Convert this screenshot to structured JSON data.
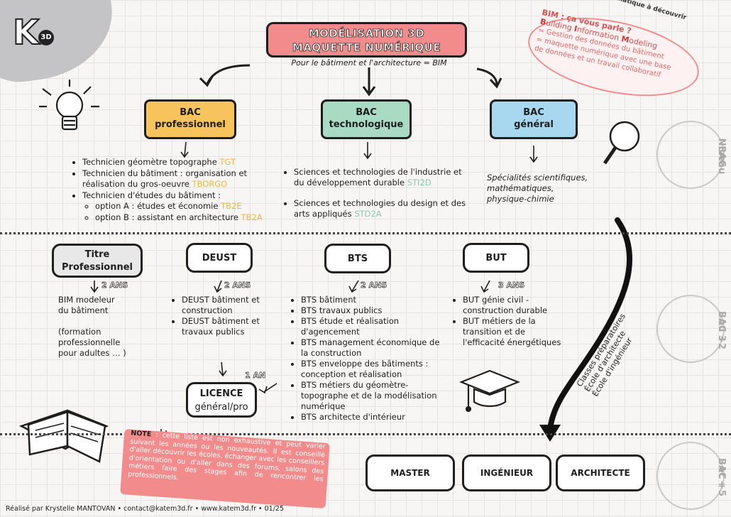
{
  "header": {
    "title_line1": "MODÉLISATION 3D",
    "title_line2": "MAQUETTE NUMÉRIQUE",
    "subtitle": "Pour le bâtiment et l'architecture = BIM",
    "logo_letter": "K",
    "logo_sup": "3D"
  },
  "bim": {
    "tag": "Thématique à découvrir",
    "title": "BIM : ça vous parle ?",
    "expansion_prefix_b": "B",
    "expansion_b_rest": "uilding ",
    "expansion_prefix_i": "I",
    "expansion_i_rest": "nformation ",
    "expansion_prefix_m": "M",
    "expansion_m_rest": "odeling",
    "line1": "= Gestion des données du bâtiment",
    "line2": "= maquette numérique avec une base",
    "line3": "de données et un travail collaboratif"
  },
  "bac": {
    "pro": {
      "line1": "BAC",
      "line2": "professionnel"
    },
    "techno": {
      "line1": "BAC",
      "line2": "technologique"
    },
    "gen": {
      "line1": "BAC",
      "line2": "général"
    }
  },
  "pro_list": {
    "item1": "Technicien géomètre topographe ",
    "item1_code": "TGT",
    "item2": "Technicien du bâtiment : organisation et réalisation du gros-oeuvre ",
    "item2_code": "TBORGO",
    "item3": "Technicien d'études du bâtiment :",
    "sub1": "option A : études et économie ",
    "sub1_code": "TB2E",
    "sub2": "option B : assistant en architecture ",
    "sub2_code": "TB2A"
  },
  "techno_list": {
    "item1": "Sciences et technologies de l'industrie et du développement durable ",
    "item1_code": "STI2D",
    "item2": "Sciences et technologies du design et des arts appliqués ",
    "item2_code": "STD2A"
  },
  "gen_text": {
    "line1": "Spécialités scientifiques,",
    "line2": "mathématiques,",
    "line3": "physique-chimie"
  },
  "levels": {
    "l1a": "Niveau",
    "l1b": "BAC",
    "l2a": "BAC +2",
    "l2b": "ou 3",
    "l3a": "BAC +5",
    "l3b": "et +"
  },
  "post_bac": {
    "titre_pro": {
      "line1": "Titre",
      "line2": "Professionnel",
      "duration": "2 ANS"
    },
    "deust": {
      "label": "DEUST",
      "duration": "2 ANS"
    },
    "bts": {
      "label": "BTS",
      "duration": "2 ANS"
    },
    "but": {
      "label": "BUT",
      "duration": "3 ANS"
    },
    "licence": {
      "line1": "LICENCE",
      "line2": "général/pro",
      "duration": "1 AN"
    }
  },
  "titre_text": {
    "line1": "BIM modeleur",
    "line2": "du bâtiment",
    "line3": "(formation",
    "line4": "professionnelle",
    "line5": "pour adultes … )"
  },
  "deust_list": [
    "DEUST bâtiment et construction",
    "DEUST bâtiment et travaux publics"
  ],
  "bts_list": [
    "BTS bâtiment",
    "BTS travaux publics",
    "BTS étude et réalisation d'agencement",
    "BTS management économique de la construction",
    "BTS enveloppe des bâtiments : conception et réalisation",
    "BTS métiers du géomètre-topographe et de la modélisation numérique",
    "BTS architecte d'intérieur"
  ],
  "but_list": [
    "BUT génie civil - construction durable",
    "BUT métiers de la transition et de l'efficacité énergétiques"
  ],
  "path_labels": {
    "l1": "Classes préparatoires",
    "l2": "École d'architecte",
    "l3": "École d'ingénieur"
  },
  "bac5": {
    "master": "MASTER",
    "ingenieur": "INGÉNIEUR",
    "architecte": "ARCHITECTE"
  },
  "note": {
    "label": "NOTE",
    "text": " : cette liste est non exhaustive et peut varier suivant les années ou les nouveautés. Il est conseillé d'aller découvrir les écoles, échanger avec les conseillers d'orientation ou d'aller dans des forums, salons des métiers faire des stages afin de rencontrer les professionnels."
  },
  "footer": "Réalisé par Krystelle MANTOVAN • contact@katem3d.fr • www.katem3d.fr • 01/25",
  "colors": {
    "accent_red": "#f28b8b",
    "bac_pro": "#f7c35c",
    "bac_techno": "#a9dbc4",
    "bac_gen": "#a8d8ef"
  }
}
